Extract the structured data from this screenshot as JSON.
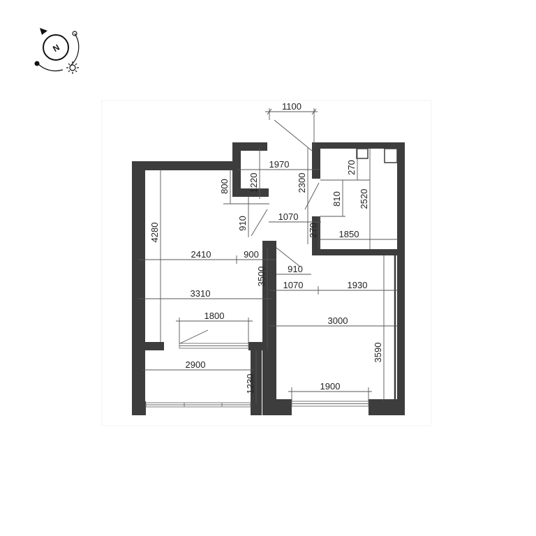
{
  "compass": {
    "north_label": "N",
    "icons": [
      "north-arrow-icon",
      "sun-icon"
    ]
  },
  "dimensions": {
    "entry_width": "1100",
    "hall_width": "1970",
    "hall_depth": "2300",
    "niche_height": "1220",
    "living_top_offset": "800",
    "living_height": "4280",
    "door_height": "910",
    "hall_lower_width": "1070",
    "bath_top_wall": "270",
    "bath_gap": "810",
    "bath_height": "2520",
    "bath_lower_wall": "270",
    "bath_width": "1850",
    "living_width": "2410",
    "opening_width": "900",
    "bedroom_door": "910",
    "living_depth": "3500",
    "bed_left_seg": "1070",
    "bed_right_seg": "1930",
    "living_full_width": "3310",
    "bedroom_width": "3000",
    "living_window": "1800",
    "bedroom_height": "3590",
    "balcony_width": "2900",
    "balcony_depth": "1230",
    "bedroom_window": "1900"
  },
  "colors": {
    "wall": "#3d3d3d",
    "dimension_line": "#555555",
    "background": "#ffffff"
  }
}
